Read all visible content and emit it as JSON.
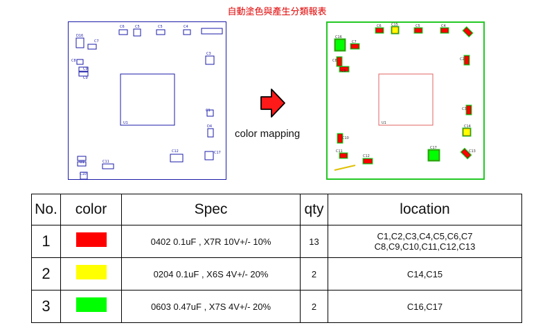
{
  "title": "自動塗色與產生分類報表",
  "arrow_label": "color mapping",
  "colors": {
    "red": "#ff0000",
    "yellow": "#ffff00",
    "green": "#00ff00",
    "board_line": "#1a1aa8",
    "board_green": "#22c822",
    "chip_outline": "#e06060"
  },
  "left_board": {
    "labels": [
      "C6",
      "C5",
      "C5",
      "C4",
      "D16",
      "C7",
      "C8",
      "C9",
      "C9",
      "C3",
      "C1",
      "D4",
      "U1",
      "C10",
      "C11",
      "C12",
      "C17",
      "C13",
      "D13A"
    ]
  },
  "right_board": {
    "labels": [
      "C4",
      "C5",
      "C6",
      "C7",
      "C15",
      "C16",
      "C8",
      "C9",
      "C2",
      "C3",
      "C1",
      "C14",
      "C10",
      "C11",
      "C12",
      "C17",
      "C13",
      "U1"
    ]
  },
  "legend": {
    "headers": [
      "No.",
      "color",
      "Spec",
      "qty",
      "location"
    ],
    "rows": [
      {
        "no": "1",
        "color_name": "red",
        "color": "#ff0000",
        "spec": "0402 0.1uF , X7R 10V+/- 10%",
        "qty": "13",
        "location_line1": "C1,C2,C3,C4,C5,C6,C7",
        "location_line2": "C8,C9,C10,C11,C12,C13"
      },
      {
        "no": "2",
        "color_name": "yellow",
        "color": "#ffff00",
        "spec": "0204 0.1uF , X6S 4V+/- 20%",
        "qty": "2",
        "location_line1": "C14,C15",
        "location_line2": ""
      },
      {
        "no": "3",
        "color_name": "green",
        "color": "#00ff00",
        "spec": "0603 0.47uF , X7S 4V+/- 20%",
        "qty": "2",
        "location_line1": "C16,C17",
        "location_line2": ""
      }
    ]
  }
}
